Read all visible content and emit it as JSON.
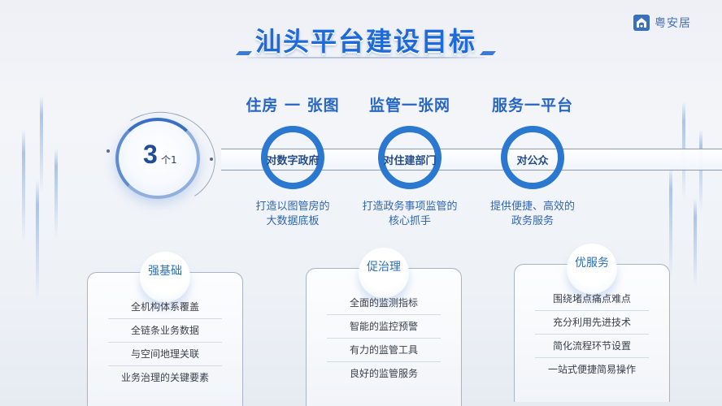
{
  "brand": {
    "logo_text": "粤安居",
    "icon": "house-logo-icon",
    "color": "#3a6fb9"
  },
  "title": "汕头平台建设目标",
  "center": {
    "number": "3",
    "suffix": "个1"
  },
  "pillars": [
    {
      "heading": "住房 一 张图",
      "ring_label": "对数字政府",
      "desc_line1": "打造以图管房的",
      "desc_line2": "大数据底板"
    },
    {
      "heading": "监管一张网",
      "ring_label": "对住建部门",
      "desc_line1": "打造政务事项监管的",
      "desc_line2": "核心抓手"
    },
    {
      "heading": "服务一平台",
      "ring_label": "对公众",
      "desc_line1": "提供便捷、高效的",
      "desc_line2": "政务服务"
    }
  ],
  "cards": [
    {
      "title": "强基础",
      "items": [
        "全机构体系覆盖",
        "全链条业务数据",
        "与空间地理关联",
        "业务治理的关键要素"
      ]
    },
    {
      "title": "促治理",
      "items": [
        "全面的监测指标",
        "智能的监控预警",
        "有力的监管工具",
        "良好的监管服务"
      ]
    },
    {
      "title": "优服务",
      "items": [
        "围绕堵点痛点难点",
        "充分利用先进技术",
        "简化流程环节设置",
        "一站式便捷简易操作"
      ]
    }
  ],
  "colors": {
    "title": "#1e6ad6",
    "ring": "#2a78d0",
    "heading": "#2766c4",
    "desc": "#2f65b3"
  }
}
